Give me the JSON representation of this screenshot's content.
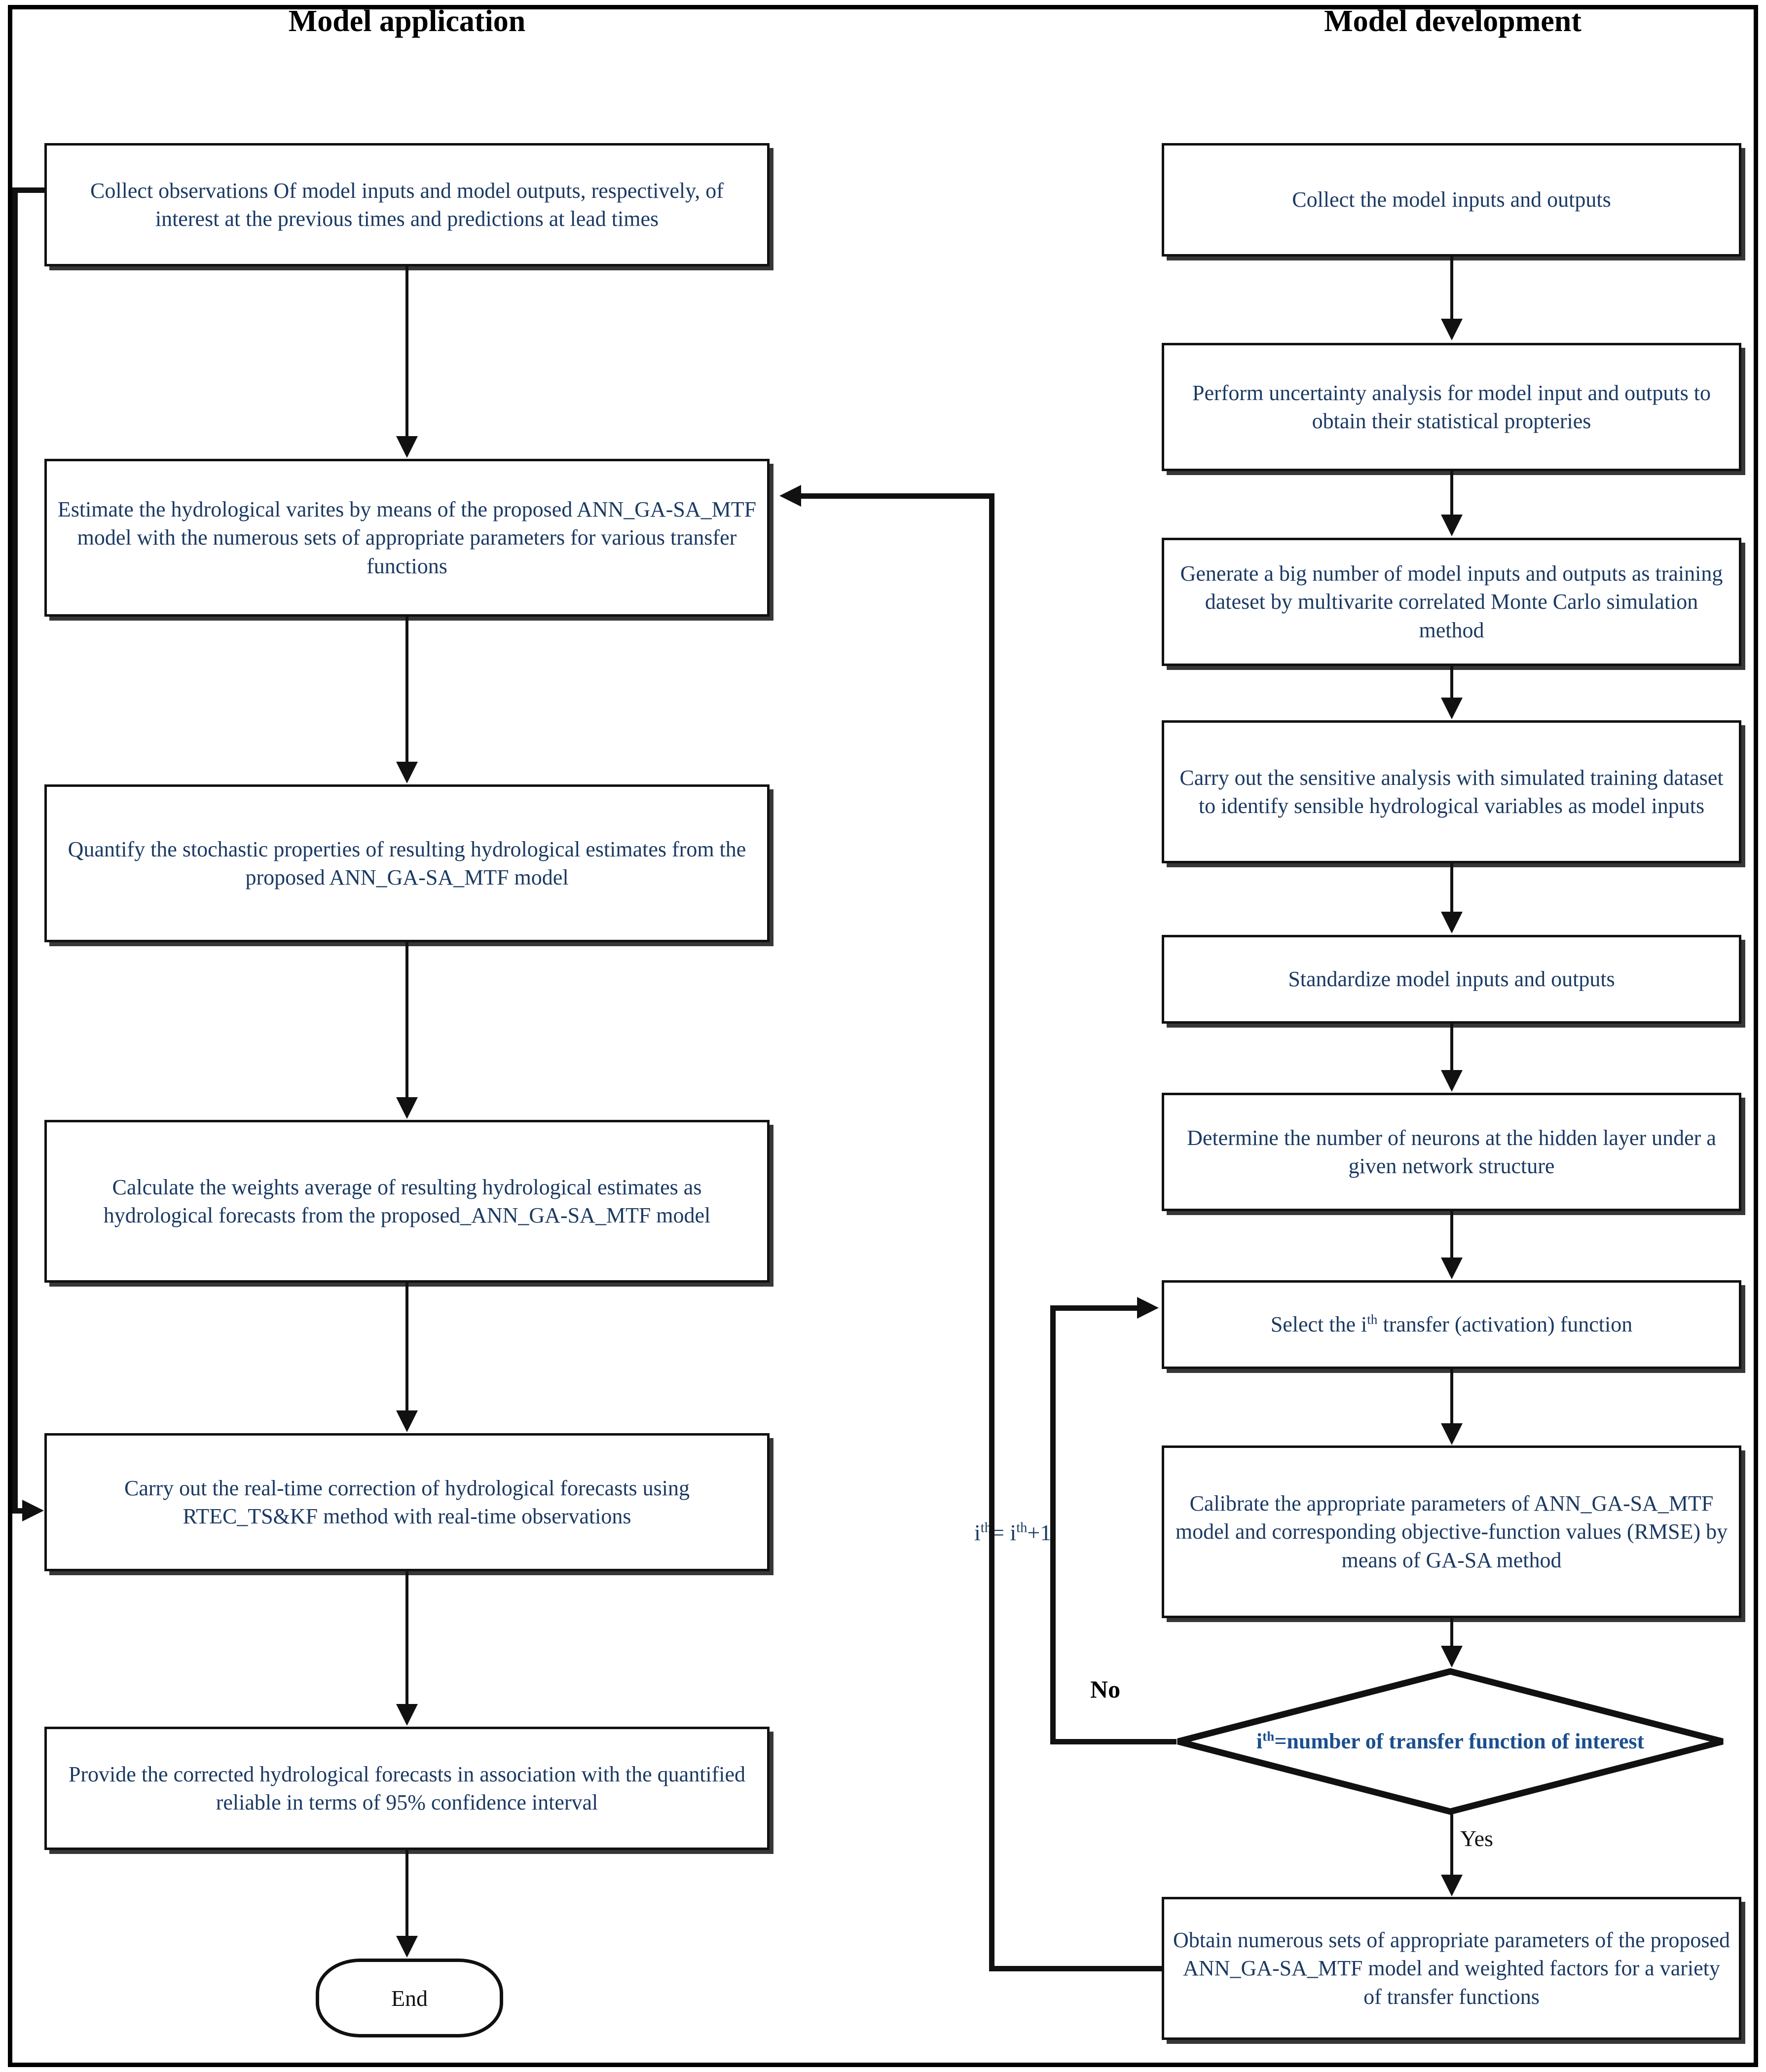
{
  "diagram": {
    "title_left": "Model application",
    "title_right": "Model development",
    "text_color": "#1b3a63",
    "line_color": "#111111",
    "decision_color": "#1b4f8f"
  },
  "left_column": {
    "header": "Model application",
    "nodes": [
      {
        "id": "collect-observations",
        "text": "Collect observations Of model inputs and model outputs, respectively, of interest at the previous times and predictions at lead times"
      },
      {
        "id": "estimate-hydrological-varites",
        "text": "Estimate the hydrological varites by means of the proposed ANN_GA-SA_MTF model with the numerous sets of appropriate parameters for various transfer functions"
      },
      {
        "id": "quantify-stochastic-properties",
        "text": "Quantify the stochastic properties of resulting hydrological estimates  from the proposed ANN_GA-SA_MTF model"
      },
      {
        "id": "calculate-weights-average",
        "text": "Calculate the weights average of resulting hydrological estimates as hydrological forecasts from the proposed_ANN_GA-SA_MTF model"
      },
      {
        "id": "real-time-correction",
        "text": "Carry out the real-time correction of hydrological forecasts using RTEC_TS&KF method with real-time observations"
      },
      {
        "id": "provide-corrected-forecasts",
        "text": "Provide the corrected hydrological forecasts in association with the quantified reliable in terms of 95% confidence interval"
      }
    ],
    "terminal": {
      "id": "end",
      "text": "End"
    }
  },
  "right_column": {
    "header": "Model development",
    "nodes": [
      {
        "id": "collect-model-inputs-outputs",
        "text": "Collect the model inputs and outputs"
      },
      {
        "id": "perform-uncertainty-analysis",
        "text": "Perform uncertainty analysis for model input and outputs to obtain their statistical propteries"
      },
      {
        "id": "generate-training-dataset",
        "text": "Generate a big number of model inputs and outputs as training dateset by multivarite correlated Monte Carlo simulation method"
      },
      {
        "id": "sensitive-analysis",
        "text": "Carry out the sensitive analysis with simulated training dataset to identify sensible hydrological variables as model inputs"
      },
      {
        "id": "standardize-inputs-outputs",
        "text": "Standardize model inputs and outputs"
      },
      {
        "id": "determine-neurons",
        "text": "Determine the number of neurons at the hidden layer under a given network structure"
      },
      {
        "id": "select-transfer-function",
        "text_pre": "Select the i",
        "text_sup": "th",
        "text_post": " transfer (activation) function"
      },
      {
        "id": "calibrate-parameters",
        "text": "Calibrate the appropriate parameters of ANN_GA-SA_MTF model and corresponding objective-function values (RMSE) by means of GA-SA method"
      },
      {
        "id": "obtain-parameter-sets",
        "text": "Obtain numerous sets of appropriate parameters of the proposed ANN_GA-SA_MTF model and weighted factors for a variety of transfer functions"
      }
    ],
    "decision": {
      "id": "check-transfer-function-count",
      "text_pre": "i",
      "text_sup": "th",
      "text_post": "=number of transfer function of interest"
    },
    "edge_labels": {
      "no": "No",
      "yes": "Yes",
      "increment_pre": "i",
      "increment_sup1": "th",
      "increment_mid": "= i",
      "increment_sup2": "th",
      "increment_post": "+1"
    }
  }
}
